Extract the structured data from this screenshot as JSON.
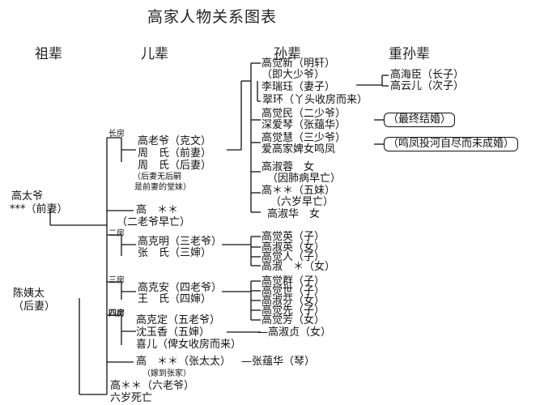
{
  "title": "高家人物关系图表",
  "headers": {
    "grandparents": "祖辈",
    "children": "儿辈",
    "grandchildren": "孙辈",
    "great_grandchildren": "重孙辈"
  },
  "branches": {
    "first": "长房",
    "second": "二房",
    "third": "三房",
    "fourth": "四房"
  },
  "grandparents": {
    "gao_taiye_1": "高太爷",
    "gao_taiye_2": "***（前妻）",
    "chen_yitai_1": "陈姨太",
    "chen_yitai_2": "（后妻）"
  },
  "first_branch": {
    "gao_laoye": "高老爷（克文）",
    "zhou_first": "周　氏（前妻）",
    "zhou_second": "周　氏（后妻）",
    "note_1": "（后妻无后嗣",
    "note_2": "是前妻的堂妹）"
  },
  "second_son": {
    "name": "高　＊＊",
    "note": "（二老爷早亡）"
  },
  "second_branch": {
    "gao_keming": "高克明（三老爷）",
    "zhang": "张　氏（三婶）"
  },
  "third_branch": {
    "gao_kean": "高克安（四老爷）",
    "wang": "王　氏（四婶）"
  },
  "fourth_branch": {
    "gao_keding": "高克定（五老爷）",
    "shen_yuxiang": "沈玉香（五婶）",
    "xier": "喜儿（俾女收房而来）"
  },
  "daughter": {
    "name": "高　＊＊（张太太）",
    "spouse": "—张蕴华（琴）",
    "note": "（嫁到张家）"
  },
  "sixth_son": {
    "name": "高＊＊（六老爷）",
    "note": "六岁死亡"
  },
  "juexin": {
    "line1": "高觉新（明轩）",
    "line2": "（即大少爷）",
    "line3": "李瑞珏（妻子）",
    "line4": "翠环（丫头收房而来）"
  },
  "juexin_children": {
    "haichen": "高海臣（长子）",
    "yuner": "高云儿（次子）"
  },
  "juemin": {
    "line1": "高觉民（二少爷）",
    "line2": "深爱琴（张蕴华）",
    "note": "（最终结婚）"
  },
  "juehui": {
    "line1": "高觉慧（三少爷）",
    "line2": "爱高家婢女鸣凤",
    "note": "（鸣凤投河自尽而未成婚）"
  },
  "shuzhen": {
    "line1": "高淑蓉　女",
    "line2": "（因肺病早亡）"
  },
  "fifth_sister": {
    "line1": "高＊＊（五妹）",
    "line2": "（六岁早亡）"
  },
  "shuhua": "高淑华　女",
  "second_branch_children": [
    "高觉英（子）",
    "高淑英（女）",
    "高觉人（子）",
    "高淑　＊（女）"
  ],
  "third_branch_children": [
    "高觉群（子）",
    "高觉世（子）",
    "高淑芬（女）",
    "高觉先（子）",
    "高觉芳（女）"
  ],
  "fourth_branch_child": "—高淑贞（女）"
}
